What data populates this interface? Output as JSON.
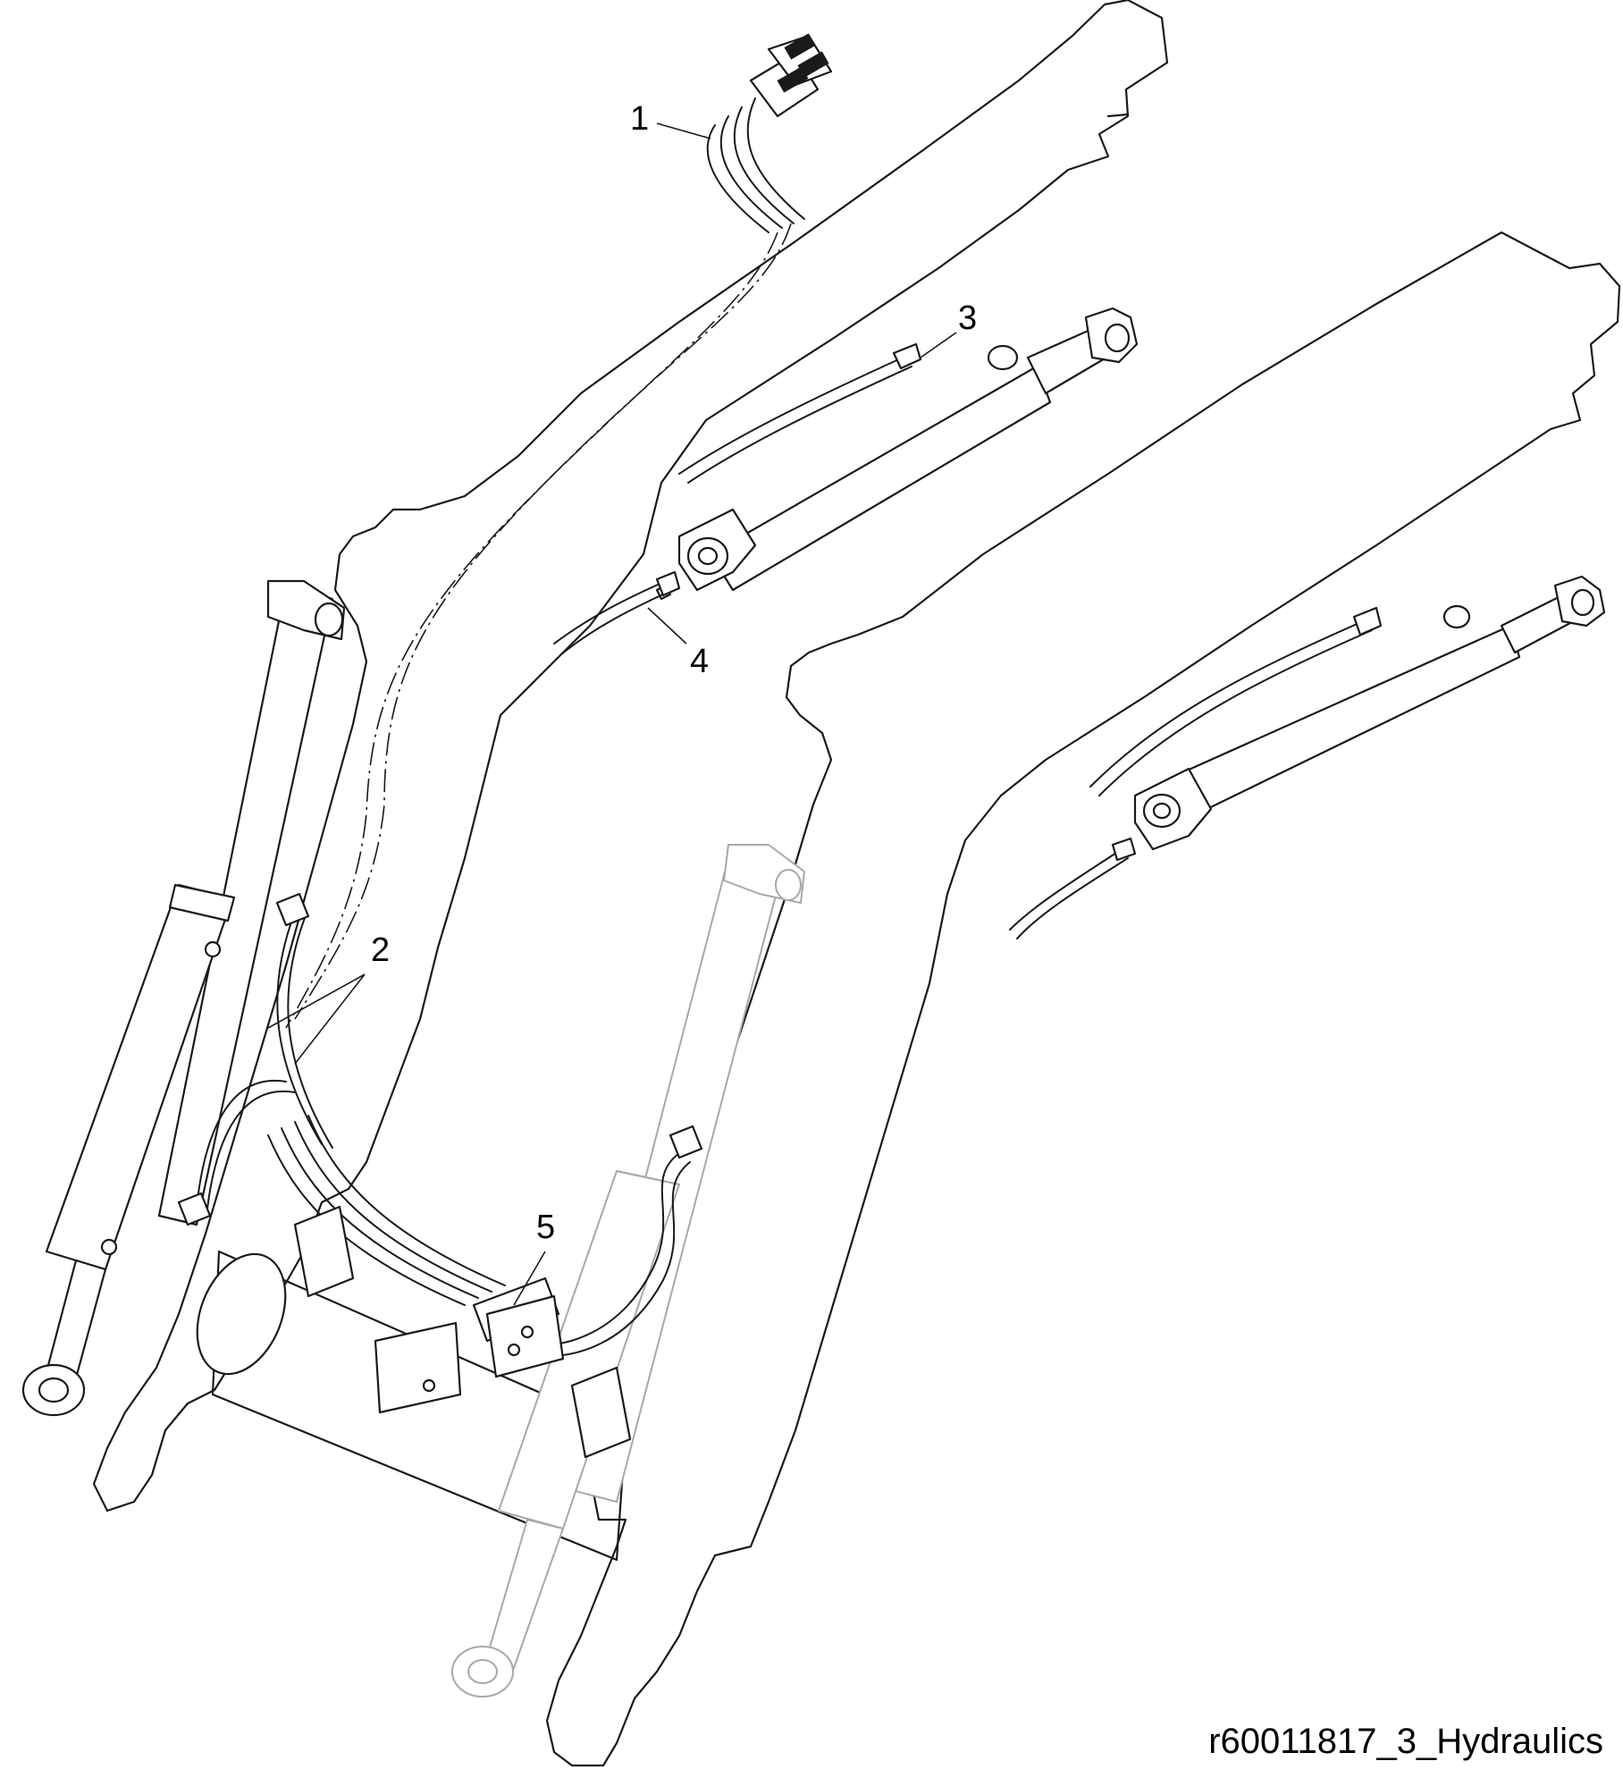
{
  "callouts": {
    "c1": "1",
    "c2": "2",
    "c3": "3",
    "c4": "4",
    "c5": "5"
  },
  "figure_id": "r60011817_3_Hydraulics"
}
